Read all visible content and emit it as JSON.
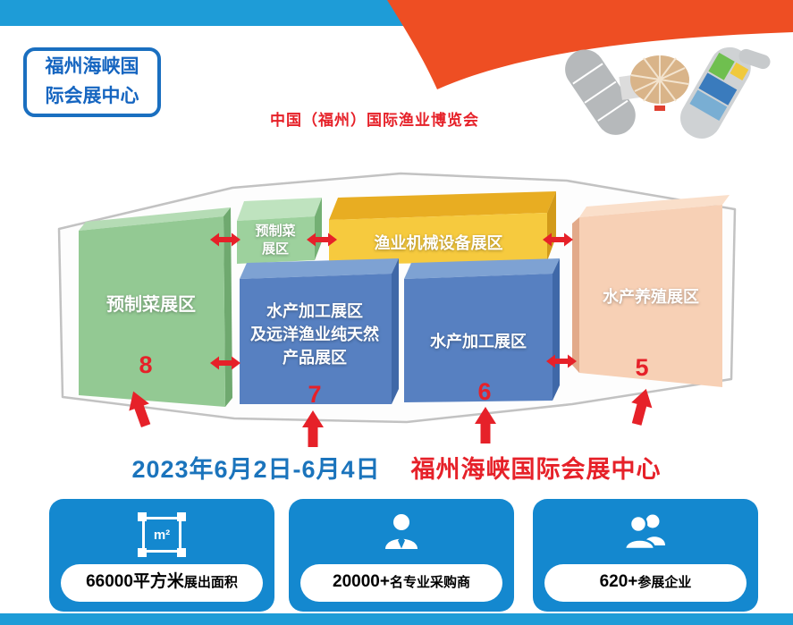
{
  "header": {
    "badge_text": "福州海峡国\n际会展中心",
    "expo_title": "中国（福州）国际渔业博览会"
  },
  "floorplan": {
    "halls": [
      {
        "name": "预制菜展区",
        "number": "8"
      },
      {
        "name": "预制菜\n展区"
      },
      {
        "name": "渔业机械设备展区"
      },
      {
        "name": "水产加工展区\n及远洋渔业纯天然\n产品展区",
        "number": "7"
      },
      {
        "name": "水产加工展区",
        "number": "6"
      },
      {
        "name": "水产养殖展区",
        "number": "5"
      }
    ]
  },
  "schedule": {
    "date": "2023年6月2日-6月4日",
    "venue": "福州海峡国际会展中心"
  },
  "stats": [
    {
      "icon": "area-icon",
      "icon_text": "m²",
      "value": "66000平方米",
      "label": "展出面积"
    },
    {
      "icon": "buyer-icon",
      "value": "20000+",
      "label": "名专业采购商"
    },
    {
      "icon": "exhibitors-icon",
      "value": "620+",
      "label": "参展企业"
    }
  ],
  "colors": {
    "top_bar_blue": "#1e9cd7",
    "accent_orange": "#ee4e23",
    "highlight_red": "#e62129",
    "badge_blue": "#1565c0",
    "date_blue": "#1b74bc",
    "card_blue": "#1488cf",
    "hall_green": "#93c993",
    "hall_yellow": "#f5c93d",
    "hall_blue": "#5780c1",
    "hall_peach": "#f7d0b5"
  }
}
